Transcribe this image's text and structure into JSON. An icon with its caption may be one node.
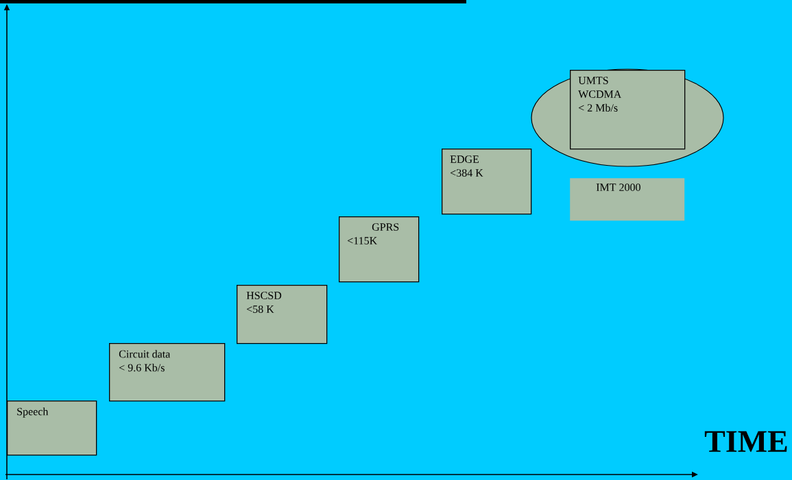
{
  "diagram": {
    "nodes": [
      {
        "text": [
          "Speech"
        ]
      },
      {
        "text": [
          "Circuit data",
          "< 9.6 Kb/s"
        ]
      },
      {
        "text": [
          "HSCSD",
          "<58 K"
        ]
      },
      {
        "text": [
          "GPRS",
          "<115K"
        ]
      },
      {
        "text": [
          "EDGE",
          "<384 K"
        ]
      },
      {
        "text": [],
        "shape": "ellipse"
      },
      {
        "text": [
          "UMTS",
          "WCDMA",
          "< 2 Mb/s"
        ],
        "in": 5
      },
      {
        "text": [
          "IMT 2000"
        ]
      }
    ],
    "edges": [],
    "labels": [
      "TIME"
    ]
  }
}
